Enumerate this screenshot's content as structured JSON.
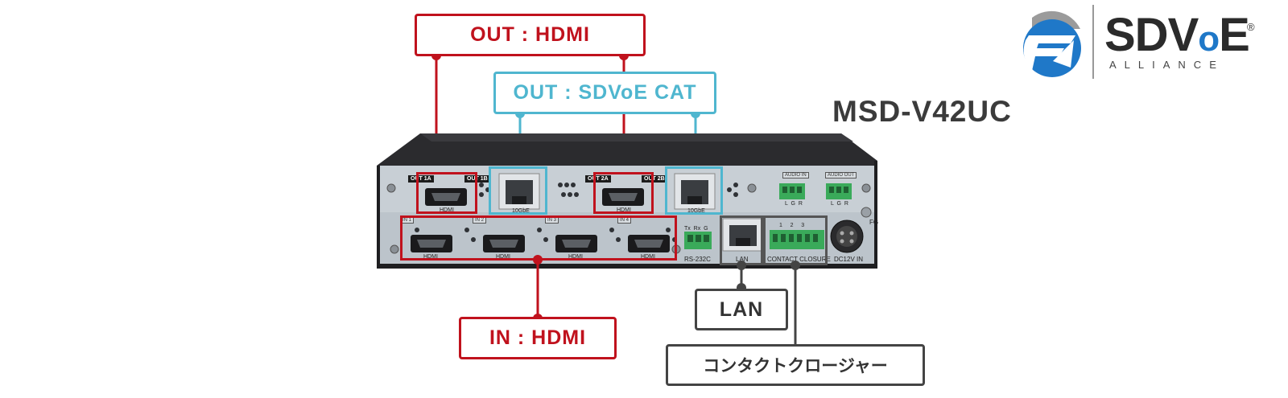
{
  "callouts": {
    "out_hdmi": "OUT : HDMI",
    "out_sdvoe": "OUT : SDVoE CAT",
    "in_hdmi": "IN : HDMI",
    "lan": "LAN",
    "contact": "コンタクトクロージャー"
  },
  "model": "MSD-V42UC",
  "logo": {
    "brand_prefix": "SDV",
    "brand_o": "o",
    "brand_suffix": "E",
    "registered": "®",
    "sub": "ALLIANCE",
    "icon": "sdvoe-logo-icon"
  },
  "panel": {
    "out_tags": [
      "OUT 1A",
      "OUT 1B",
      "OUT 2A",
      "OUT 2B"
    ],
    "in_tags": [
      "IN 1",
      "IN 2",
      "IN 3",
      "IN 4"
    ],
    "hdmi": "HDMI",
    "tengbe": "10GbE",
    "audio_in": "AUDIO IN",
    "audio_out": "AUDIO OUT",
    "lgr": "L  G  R",
    "txrxg": "Tx  Rx  G",
    "rs232c": "RS-232C",
    "lan": "LAN",
    "contact_closure": "CONTACT CLOSURE",
    "contact_nums": "1     2     3",
    "dc_in": "DC12V IN",
    "fg": "FG"
  },
  "colors": {
    "red": "#c0121d",
    "blue": "#4fb6cf",
    "gray": "#444444",
    "chassis": "#2a2a2c",
    "panel": "#c9d0d6"
  }
}
